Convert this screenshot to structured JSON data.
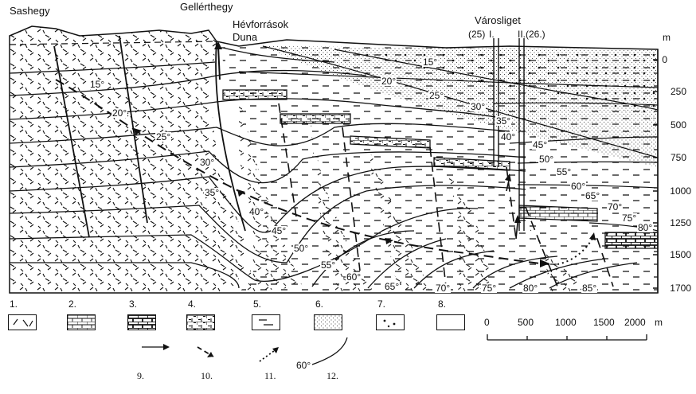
{
  "places": {
    "sashegy": "Sashegy",
    "gellerthegy": "Gellérthegy",
    "hevforrasok": "Hévforrások",
    "duna": "Duna",
    "varosliget": "Városliget",
    "well_a": "(25)",
    "well_a_roman": "I.",
    "well_b": "II.(26.)"
  },
  "depth_axis": {
    "unit": "m",
    "ticks": [
      "0",
      "250",
      "500",
      "750",
      "1000",
      "1250",
      "1500",
      "1700"
    ]
  },
  "isotherms": [
    "15°",
    "20°",
    "25°",
    "30°",
    "35°",
    "40°",
    "45°",
    "50°",
    "55°",
    "60°",
    "65°",
    "70°",
    "75°",
    "80°",
    "85°"
  ],
  "legend": {
    "units": [
      {
        "num": "1.",
        "pattern": "ticks"
      },
      {
        "num": "2.",
        "pattern": "brick"
      },
      {
        "num": "3.",
        "pattern": "brick-bold"
      },
      {
        "num": "4.",
        "pattern": "brick-dash"
      },
      {
        "num": "5.",
        "pattern": "dashes"
      },
      {
        "num": "6.",
        "pattern": "stipple"
      },
      {
        "num": "7.",
        "pattern": "dots"
      },
      {
        "num": "8.",
        "pattern": "blank"
      }
    ],
    "symbols": [
      {
        "num": "9.",
        "symbol": "arrow"
      },
      {
        "num": "10.",
        "symbol": "dashed-arrow"
      },
      {
        "num": "11.",
        "symbol": "dotted-arrow"
      },
      {
        "num": "12.",
        "symbol": "isotherm",
        "sample": "60°"
      }
    ],
    "scale": {
      "ticks": [
        "0",
        "500",
        "1000",
        "1500",
        "2000"
      ],
      "unit": "m"
    }
  }
}
